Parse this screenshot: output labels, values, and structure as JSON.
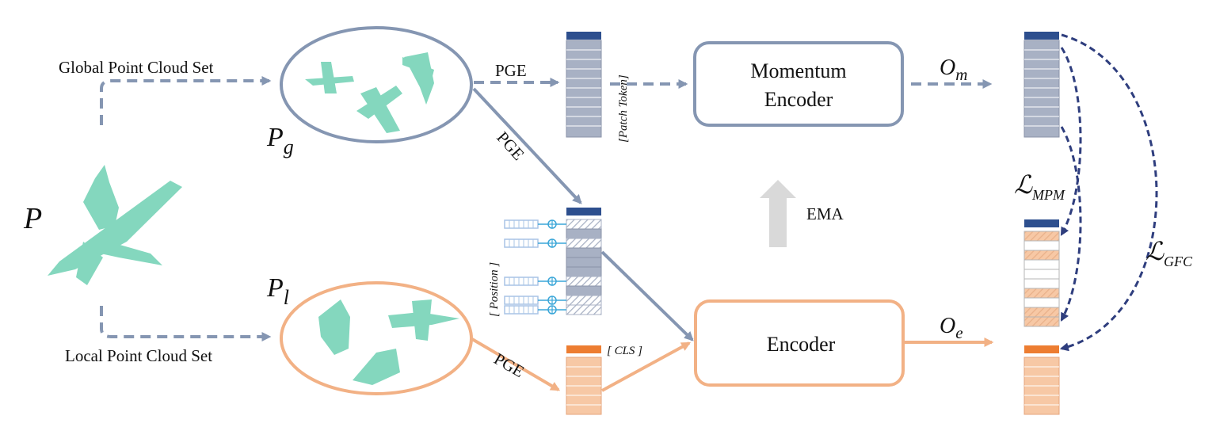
{
  "input_symbol": "P",
  "global_set_label": "Global Point Cloud Set",
  "local_set_label": "Local Point Cloud Set",
  "global_symbol": {
    "main": "P",
    "sub": "g"
  },
  "local_symbol": {
    "main": "P",
    "sub": "l"
  },
  "pge_label": "PGE",
  "patch_token_label": "[Patch Token]",
  "position_label": "[ Position ]",
  "cls_label": "[ CLS ]",
  "momentum_encoder_label": [
    "Momentum",
    "Encoder"
  ],
  "encoder_label": "Encoder",
  "ema_label": "EMA",
  "output_momentum": {
    "main": "O",
    "sub": "m"
  },
  "output_encoder": {
    "main": "O",
    "sub": "e"
  },
  "loss_mpm": {
    "main": "ℒ",
    "sub": "MPM"
  },
  "loss_gfc": {
    "main": "ℒ",
    "sub": "GFC"
  },
  "colors": {
    "global_branch": "#8596b2",
    "local_branch": "#f2b185",
    "loss_arrows": "#2f3e7e",
    "token_dark": "#2d4f8e",
    "token_gray": "#a8b1c4",
    "token_orange": "#f7c8a5",
    "cls_orange": "#ed7d31",
    "point_cloud": "#6fd1b3"
  }
}
